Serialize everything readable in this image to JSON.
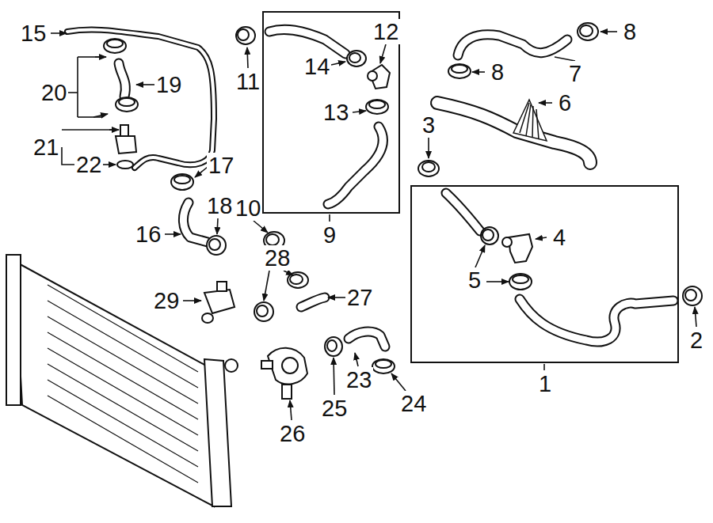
{
  "diagram": {
    "nodes": [
      {
        "text": [
          "9"
        ]
      },
      {
        "text": [
          "1"
        ]
      }
    ],
    "labels": [
      "15",
      "11",
      "12",
      "8",
      "14",
      "20",
      "19",
      "8",
      "7",
      "13",
      "6",
      "21",
      "22",
      "3",
      "17",
      "18",
      "10",
      "16",
      "4",
      "5",
      "28",
      "29",
      "27",
      "2",
      "23",
      "25",
      "24",
      "26"
    ]
  }
}
